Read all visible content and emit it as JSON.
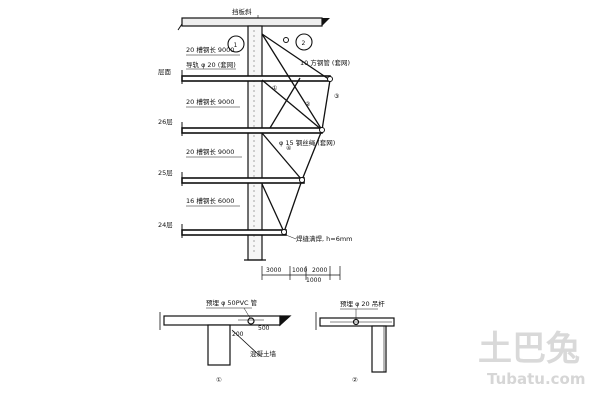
{
  "labels": {
    "top_bar": "挡板斜",
    "left_floor": "层面",
    "beam1": "20 槽钢长 9000",
    "beam2": "导轨 φ 20 (套网)",
    "beam3": "20 槽钢长 9000",
    "beam4": "20 槽钢长 9000",
    "beam5": "16 槽钢长 6000",
    "right_pipe": "10 方钢管 (套网)",
    "right_rod": "φ 15 钢丝绳 (套网)",
    "weld": "焊缝满焊, h=6mm",
    "floor_a": "26层",
    "floor_b": "25层",
    "floor_c": "24层",
    "circle1": "1",
    "circle2": "2",
    "dim1": "3000",
    "dim2": "1000",
    "dim3": "2000",
    "dim4": "1000",
    "detail1_top": "预埋 φ 50PVC 管",
    "detail1_side": "200",
    "detail1_dim": "500",
    "detail1_note": "混凝土墙",
    "detail1_caption": "①",
    "detail2_top": "预埋 φ 20 吊杆",
    "detail2_caption": "②",
    "num_a": "①",
    "num_b": "②",
    "num_c": "③",
    "num_d": "④"
  },
  "watermark": {
    "main": "土巴兔",
    "sub": "Tubatu.com"
  }
}
